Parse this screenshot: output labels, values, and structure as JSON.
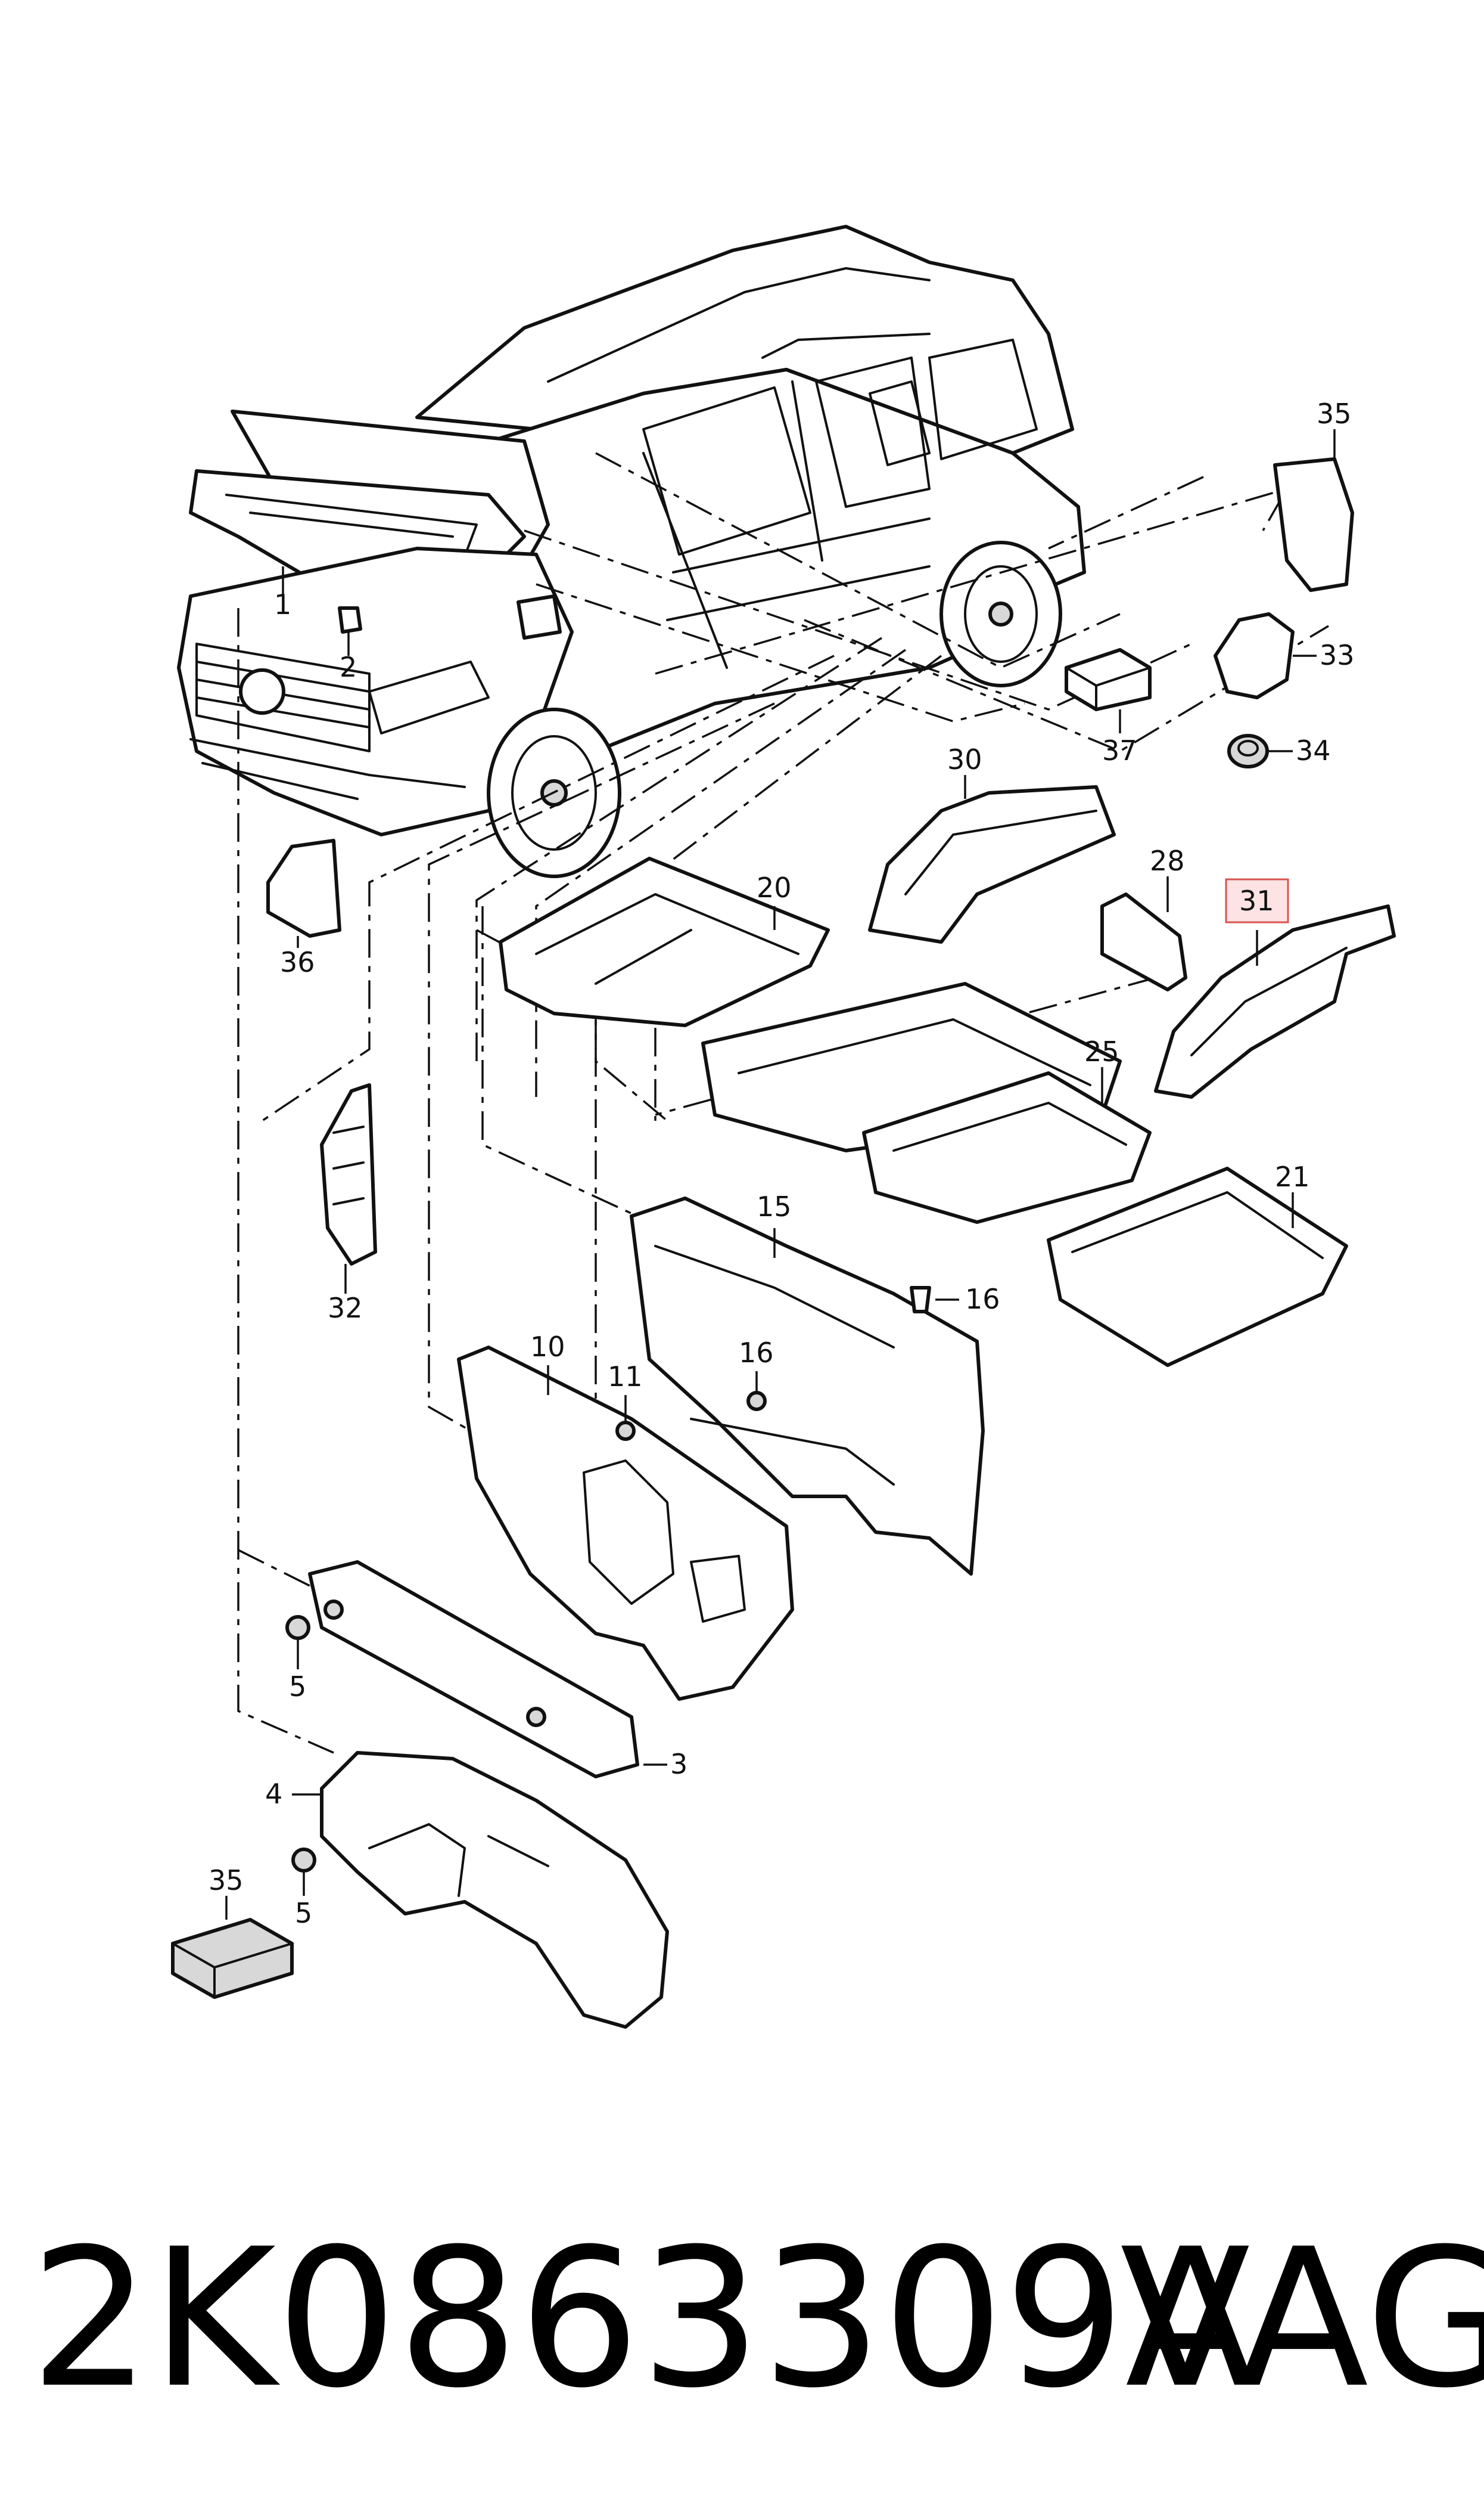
{
  "callouts": [
    {
      "id": "1",
      "text": "1"
    },
    {
      "id": "2",
      "text": "2"
    },
    {
      "id": "3",
      "text": "3"
    },
    {
      "id": "4",
      "text": "4"
    },
    {
      "id": "5a",
      "text": "5"
    },
    {
      "id": "5b",
      "text": "5"
    },
    {
      "id": "10",
      "text": "10"
    },
    {
      "id": "11",
      "text": "11"
    },
    {
      "id": "15",
      "text": "15"
    },
    {
      "id": "16a",
      "text": "16"
    },
    {
      "id": "16b",
      "text": "16"
    },
    {
      "id": "20",
      "text": "20"
    },
    {
      "id": "21",
      "text": "21"
    },
    {
      "id": "25",
      "text": "25"
    },
    {
      "id": "28",
      "text": "28"
    },
    {
      "id": "30",
      "text": "30"
    },
    {
      "id": "31",
      "text": "31"
    },
    {
      "id": "32",
      "text": "32"
    },
    {
      "id": "33",
      "text": "33"
    },
    {
      "id": "34",
      "text": "34"
    },
    {
      "id": "35a",
      "text": "35"
    },
    {
      "id": "35b",
      "text": "35"
    },
    {
      "id": "36",
      "text": "36"
    },
    {
      "id": "37",
      "text": "37"
    }
  ],
  "highlighted_callout": "31",
  "highlight_color": "#fde3e3",
  "footer": {
    "part_number": "2K0863309A",
    "brand": "VAG"
  }
}
